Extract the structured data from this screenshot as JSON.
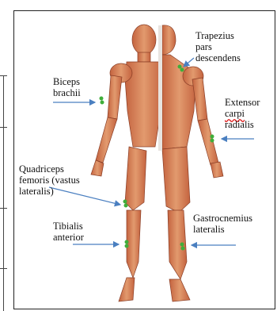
{
  "labels": {
    "trapezius": [
      "Trapezius",
      "pars",
      "descendens"
    ],
    "biceps": [
      "Biceps",
      "brachii"
    ],
    "extensor": [
      "Extensor",
      "carpi",
      "radialis"
    ],
    "quadriceps": [
      "Quadriceps",
      "femoris (vastus",
      "lateralis)"
    ],
    "tibialis": [
      "Tibialis",
      "anterior"
    ],
    "gastrocnemius": [
      "Gastrocnemius",
      "lateralis"
    ]
  },
  "colors": {
    "muscle": "#d9835a",
    "muscle_dark": "#b8583a",
    "arrow": "#4a7fc0",
    "sensor": "#3fae3a",
    "skin_back": "#e8e4e0"
  }
}
